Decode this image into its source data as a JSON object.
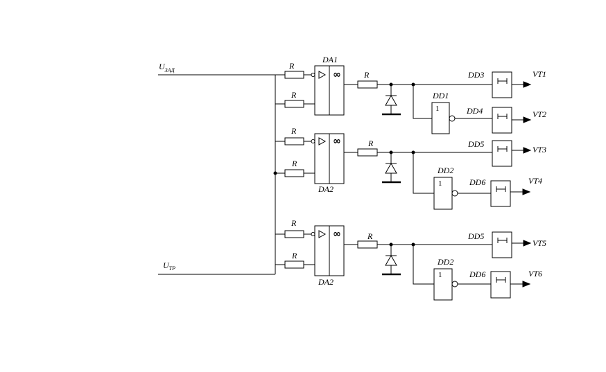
{
  "inputs": {
    "setpoint": {
      "symbol": "U",
      "subscript": "ЗАД"
    },
    "feedback": {
      "symbol": "U",
      "subscript": "ТР"
    }
  },
  "channels": [
    {
      "input_resistors": [
        "R",
        "R"
      ],
      "amplifier": {
        "label": "DA1",
        "symbol": "∞"
      },
      "output_resistor": "R",
      "direct_element": {
        "label": "DD3"
      },
      "inverter": {
        "label": "DD1",
        "function": "1"
      },
      "inverted_element": {
        "label": "DD4"
      },
      "outputs": [
        "VT1",
        "VT2"
      ]
    },
    {
      "input_resistors": [
        "R",
        "R"
      ],
      "amplifier": {
        "label": "DA2",
        "symbol": "∞"
      },
      "output_resistor": "R",
      "direct_element": {
        "label": "DD5"
      },
      "inverter": {
        "label": "DD2",
        "function": "1"
      },
      "inverted_element": {
        "label": "DD6"
      },
      "outputs": [
        "VT3",
        "VT4"
      ]
    },
    {
      "input_resistors": [
        "R",
        "R"
      ],
      "amplifier": {
        "label": "DA2",
        "symbol": "∞"
      },
      "output_resistor": "R",
      "direct_element": {
        "label": "DD5"
      },
      "inverter": {
        "label": "DD2",
        "function": "1"
      },
      "inverted_element": {
        "label": "DD6"
      },
      "outputs": [
        "VT5",
        "VT6"
      ]
    }
  ]
}
